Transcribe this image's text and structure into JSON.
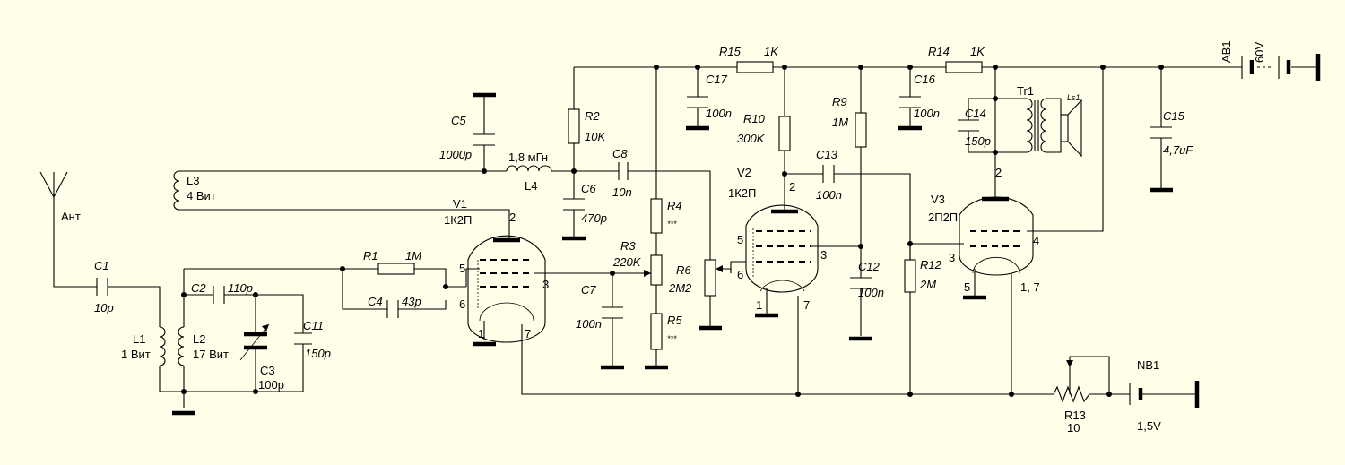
{
  "tubes": {
    "v1": {
      "ref": "V1",
      "type": "1К2П"
    },
    "v2": {
      "ref": "V2",
      "type": "1К2П"
    },
    "v3": {
      "ref": "V3",
      "type": "2П2П"
    }
  },
  "pins": {
    "v1_2": "2",
    "v1_5": "5",
    "v1_6": "6",
    "v1_3": "3",
    "v1_1": "1",
    "v1_7": "7",
    "v2_2": "2",
    "v2_5": "5",
    "v2_3": "3",
    "v2_6": "6",
    "v2_1": "1",
    "v2_7": "7",
    "v3_2": "2",
    "v3_4": "4",
    "v3_3": "3",
    "v3_5": "5",
    "v3_17": "1, 7"
  },
  "resistors": {
    "r1": {
      "ref": "R1",
      "value": "1M"
    },
    "r2": {
      "ref": "R2",
      "value": "10K"
    },
    "r3": {
      "ref": "R3",
      "value": "220K"
    },
    "r4": {
      "ref": "R4",
      "value": "***"
    },
    "r5": {
      "ref": "R5",
      "value": "***"
    },
    "r6": {
      "ref": "R6",
      "value": "2M2"
    },
    "r9": {
      "ref": "R9",
      "value": "1M"
    },
    "r10": {
      "ref": "R10",
      "value": "300K"
    },
    "r12": {
      "ref": "R12",
      "value": "2M"
    },
    "r13": {
      "ref": "R13",
      "value": "10"
    },
    "r14": {
      "ref": "R14",
      "value": "1K"
    },
    "r15": {
      "ref": "R15",
      "value": "1K"
    }
  },
  "capacitors": {
    "c1": {
      "ref": "C1",
      "value": "10p"
    },
    "c2": {
      "ref": "C2",
      "value": "110p"
    },
    "c3": {
      "ref": "C3",
      "value": "100p"
    },
    "c4": {
      "ref": "C4",
      "value": "43p"
    },
    "c5": {
      "ref": "C5",
      "value": "1000p"
    },
    "c6": {
      "ref": "C6",
      "value": "470p"
    },
    "c7": {
      "ref": "C7",
      "value": "100n"
    },
    "c8": {
      "ref": "C8",
      "value": "10n"
    },
    "c11": {
      "ref": "C11",
      "value": "150p"
    },
    "c12": {
      "ref": "C12",
      "value": "100n"
    },
    "c13": {
      "ref": "C13",
      "value": "100n"
    },
    "c14": {
      "ref": "C14",
      "value": "150p"
    },
    "c15": {
      "ref": "C15",
      "value": "4,7uF"
    },
    "c16": {
      "ref": "C16",
      "value": "100n"
    },
    "c17": {
      "ref": "C17",
      "value": "100n"
    }
  },
  "coils": {
    "l1": {
      "ref": "L1",
      "turns": "1 Вит"
    },
    "l2": {
      "ref": "L2",
      "turns": "17 Вит"
    },
    "l3": {
      "ref": "L3",
      "turns": "4 Вит"
    },
    "l4": {
      "ref": "L4",
      "value": "1,8 мГн"
    }
  },
  "misc": {
    "antenna": "Ант",
    "transformer": "Tr1",
    "speaker": "Ls1",
    "battery_anode": {
      "ref": "AB1",
      "value": "60V"
    },
    "battery_filament": {
      "ref": "NB1",
      "value": "1,5V"
    }
  }
}
